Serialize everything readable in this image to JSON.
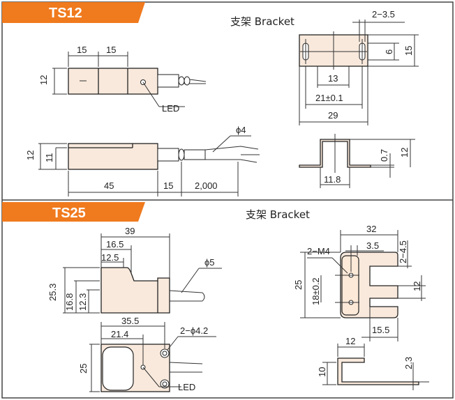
{
  "sections": [
    {
      "name": "TS12",
      "bracket_title": "支架 Bracket"
    },
    {
      "name": "TS25",
      "bracket_title": "支架 Bracket"
    }
  ],
  "ts12": {
    "top_dims": [
      "15",
      "15",
      "12"
    ],
    "led_label": "LED",
    "side_dims": [
      "12",
      "11",
      "45",
      "15",
      "2,000",
      "ϕ4"
    ],
    "bracket_dims": [
      "2−3.5",
      "6",
      "15",
      "13",
      "21±0.1",
      "29",
      "0.7",
      "12",
      "11.8"
    ]
  },
  "ts25": {
    "side_dims": [
      "39",
      "16.5",
      "12.5",
      "25.3",
      "16.8",
      "12.3",
      "ϕ5"
    ],
    "front_dims": [
      "35.5",
      "21.4",
      "2−ϕ4.2",
      "25"
    ],
    "led_label": "LED",
    "bracket_dims": [
      "32",
      "2−M4",
      "3.5",
      "2−4.5",
      "25",
      "18±0.2",
      "12",
      "15.5",
      "12",
      "10",
      "2.3"
    ]
  },
  "colors": {
    "header": "#f07a1e",
    "part_fill": "#f8e9dc",
    "line": "#222222"
  }
}
